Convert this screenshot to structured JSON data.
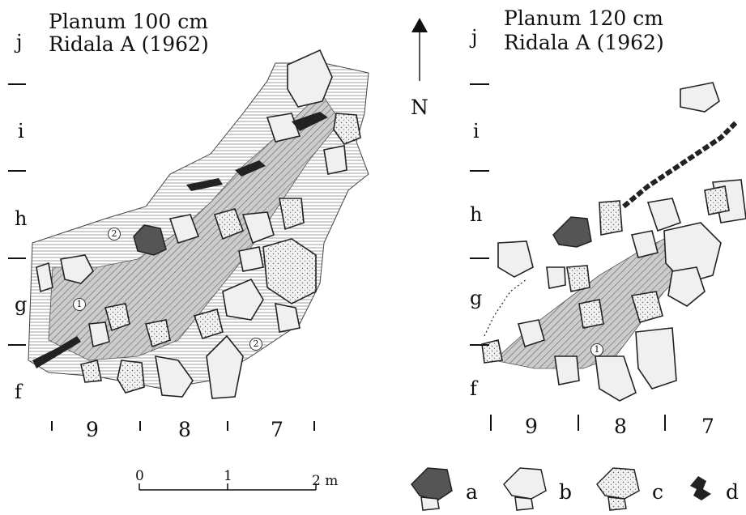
{
  "left_plan": {
    "title_line1": "Planum 100 cm",
    "title_line2": "Ridala A (1962)",
    "rows": [
      "j",
      "i",
      "h",
      "g",
      "f"
    ],
    "columns": [
      "9",
      "8",
      "7"
    ],
    "zone_labels": [
      "1",
      "2",
      "2"
    ]
  },
  "right_plan": {
    "title_line1": "Planum 120 cm",
    "title_line2": "Ridala A (1962)",
    "rows": [
      "j",
      "i",
      "h",
      "g",
      "f"
    ],
    "columns": [
      "9",
      "8",
      "7"
    ],
    "zone_labels": [
      "1"
    ]
  },
  "north_arrow": {
    "label": "N"
  },
  "scale_bar": {
    "ticks": [
      "0",
      "1",
      "2 m"
    ]
  },
  "legend": [
    {
      "key": "a",
      "fill": "#555555"
    },
    {
      "key": "b",
      "fill": "#f0f0f0"
    },
    {
      "key": "c",
      "fill": "#f0f0f0"
    },
    {
      "key": "d",
      "fill": "#222222"
    }
  ]
}
